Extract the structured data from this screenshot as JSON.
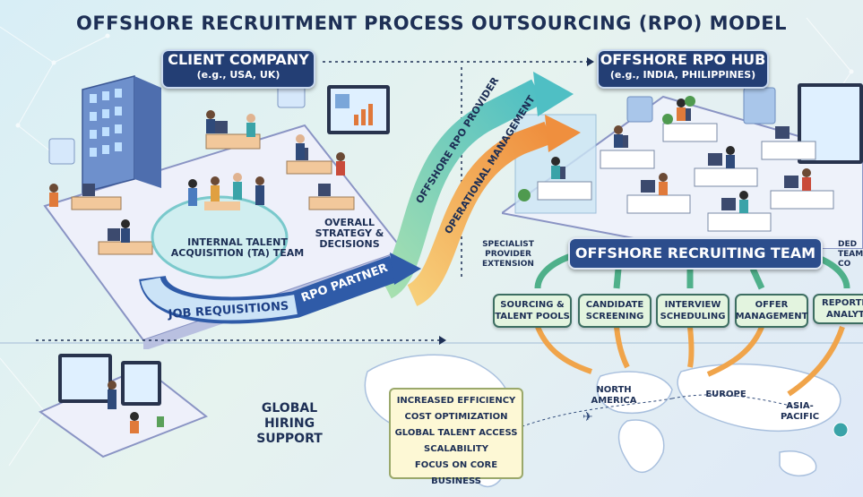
{
  "title": "OFFSHORE RECRUITMENT PROCESS OUTSOURCING (RPO) MODEL",
  "client": {
    "name": "CLIENT COMPANY",
    "sub": "(e.g., USA, UK)"
  },
  "hub": {
    "name": "OFFSHORE RPO HUB",
    "sub": "(e.g., INDIA, PHILIPPINES)"
  },
  "ta_team": [
    "INTERNAL TALENT",
    "ACQUISITION (TA) TEAM"
  ],
  "strategy": [
    "OVERALL",
    "STRATEGY &",
    "DECISIONS"
  ],
  "arrows": {
    "job_requisitions": "JOB REQUISITIONS",
    "rpo_partner": "RPO PARTNER",
    "offshore_provider": "OFFSHORE RPO PROVIDER",
    "operational_management": "OPERATIONAL MANAGEMENT"
  },
  "specialist": [
    "SPECIALIST",
    "PROVIDER",
    "EXTENSION"
  ],
  "dedicated": [
    "DED",
    "TEAM",
    "CO"
  ],
  "team": "OFFSHORE RECRUITING TEAM",
  "services": [
    [
      "SOURCING &",
      "TALENT POOLS"
    ],
    [
      "CANDIDATE",
      "SCREENING"
    ],
    [
      "INTERVIEW",
      "SCHEDULING"
    ],
    [
      "OFFER",
      "MANAGEMENT"
    ],
    [
      "REPORTIN",
      "ANALYTI"
    ]
  ],
  "support": [
    "GLOBAL",
    "HIRING",
    "SUPPORT"
  ],
  "benefits": [
    "INCREASED EFFICIENCY",
    "COST OPTIMIZATION",
    "GLOBAL TALENT ACCESS",
    "SCALABILITY",
    "FOCUS ON CORE BUSINESS"
  ],
  "regions": {
    "north_america": [
      "NORTH",
      "AMERICA"
    ],
    "europe": "EUROPE",
    "asia_pacific": [
      "ASIA-",
      "PACIFIC"
    ]
  },
  "colors": {
    "navy": "#233e74",
    "team": "#2c4d8c",
    "service_fill": "#e3f4df",
    "arrow_green": "#7fcf9c",
    "arrow_orange": "#f2a65a"
  }
}
